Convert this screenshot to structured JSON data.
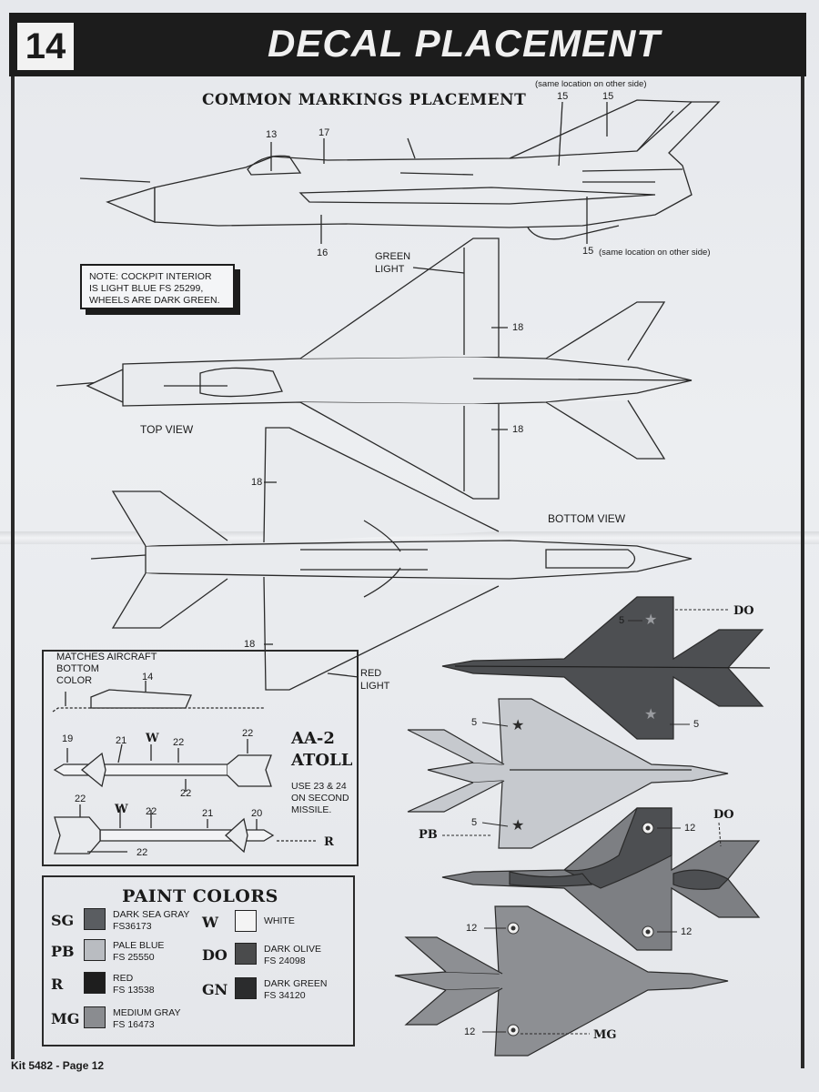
{
  "header": {
    "step_number": "14",
    "title": "DECAL PLACEMENT"
  },
  "section_title": "COMMON MARKINGS PLACEMENT",
  "side_view": {
    "callouts": [
      "13",
      "17",
      "16",
      "15",
      "15",
      "15"
    ],
    "note_other_side_top": "(same location on other side)",
    "note_other_side_bottom": "(same location on other side)"
  },
  "note_box": {
    "lines": [
      "NOTE: COCKPIT INTERIOR",
      "IS LIGHT BLUE FS 25299,",
      "WHEELS ARE DARK GREEN."
    ]
  },
  "top_view": {
    "label": "TOP VIEW",
    "green_light_line1": "GREEN",
    "green_light_line2": "LIGHT",
    "callout_upper": "18",
    "callout_lower": "18"
  },
  "bottom_view": {
    "label": "BOTTOM VIEW",
    "red_light_line1": "RED",
    "red_light_line2": "LIGHT",
    "callout_upper": "18",
    "callout_lower": "18"
  },
  "missile": {
    "matches_line1": "MATCHES AIRCRAFT",
    "matches_line2": "BOTTOM",
    "matches_line3": "COLOR",
    "rail_callout": "14",
    "title_line1": "AA-2",
    "title_line2": "ATOLL",
    "note_lines": [
      "USE 23 & 24",
      "ON SECOND",
      "MISSILE."
    ],
    "upper_callouts": [
      "19",
      "21",
      "W",
      "22",
      "22",
      "22"
    ],
    "lower_callouts": [
      "22",
      "W",
      "22",
      "21",
      "20",
      "22"
    ],
    "red_label": "R"
  },
  "camo_views": {
    "do_label_1": "DO",
    "do_label_2": "DO",
    "pb_label": "PB",
    "mg_label": "MG",
    "star_callouts": [
      "5",
      "5",
      "5",
      "5"
    ],
    "roundel_callouts": [
      "12",
      "12",
      "12",
      "12"
    ]
  },
  "paint_colors": {
    "title": "PAINT COLORS",
    "items": [
      {
        "code": "SG",
        "name": "DARK SEA GRAY",
        "fs": "FS36173",
        "color": "#5a5d61"
      },
      {
        "code": "PB",
        "name": "PALE BLUE",
        "fs": "FS 25550",
        "color": "#b9bcc1"
      },
      {
        "code": "R",
        "name": "RED",
        "fs": "FS 13538",
        "color": "#1e1e1e"
      },
      {
        "code": "MG",
        "name": "MEDIUM GRAY",
        "fs": "FS 16473",
        "color": "#8a8c90"
      },
      {
        "code": "W",
        "name": "WHITE",
        "fs": "",
        "color": "#f4f4f4"
      },
      {
        "code": "DO",
        "name": "DARK OLIVE",
        "fs": "FS 24098",
        "color": "#4a4b4c"
      },
      {
        "code": "GN",
        "name": "DARK GREEN",
        "fs": "FS 34120",
        "color": "#2b2c2d"
      }
    ]
  },
  "footer": "Kit 5482 - Page 12"
}
